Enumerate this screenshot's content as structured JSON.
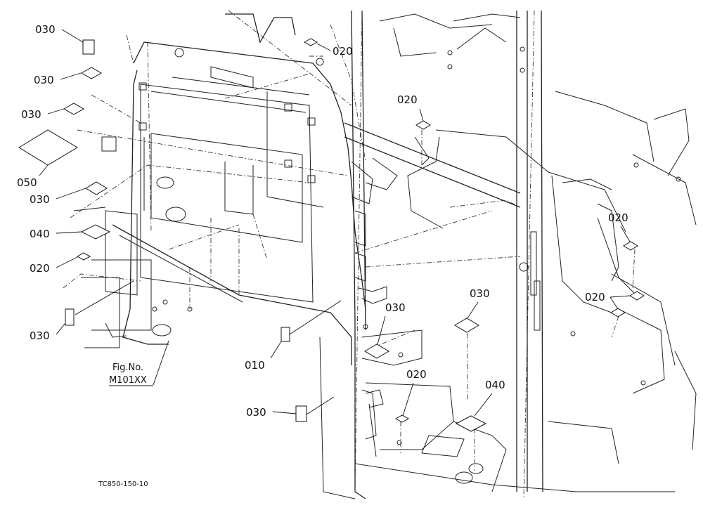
{
  "callouts": {
    "c1": "030",
    "c2": "030",
    "c3": "030",
    "c4": "050",
    "c5": "030",
    "c6": "040",
    "c7": "020",
    "c8": "030",
    "c9": "020",
    "c10": "020",
    "c11": "010",
    "c12": "030",
    "c13": "030",
    "c14": "020",
    "c15": "030",
    "c16": "040",
    "c17": "020",
    "c18": "020"
  },
  "figure_ref": {
    "line1": "Fig.No.",
    "line2": "M101XX"
  },
  "drawing_code": "TC850-150-10"
}
